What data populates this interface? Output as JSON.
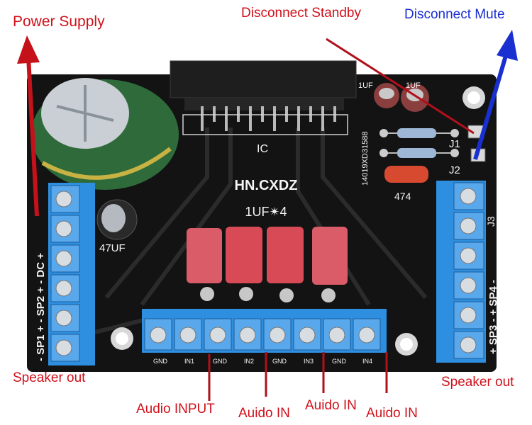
{
  "annotations": {
    "power_supply": "Power Supply",
    "disconnect_standby": "Disconnect Standby",
    "disconnect_mute": "Disconnect Mute",
    "speaker_out_left": "Speaker out",
    "speaker_out_right": "Speaker out",
    "audio_input": "Audio INPUT",
    "audio_in_2": "Auido IN",
    "audio_in_3": "Auido IN",
    "audio_in_4": "Auido IN"
  },
  "board_silkscreen": {
    "ic": "IC",
    "brand": "HN.CXDZ",
    "cap_value": "1UF✴4",
    "elec_cap": "47UF",
    "cap_474": "474",
    "j1": "J1",
    "j2": "J2",
    "j3": "J3",
    "serial": "14019XD31588",
    "small_cap_left": "1UF",
    "small_cap_right": "1UF",
    "left_terminal": "- SP1 + - SP2 + - DC +",
    "right_terminal": "+ SP3 - + SP4 -",
    "input_labels": [
      "GND",
      "IN1",
      "GND",
      "IN2",
      "GND",
      "IN3",
      "GND",
      "IN4"
    ]
  },
  "colors": {
    "annotation_red": "#d0101a",
    "annotation_blue": "#1a2fd0",
    "pcb": "#141414",
    "terminal_blue": "#2e8fe0",
    "film_cap": "#d84a55"
  }
}
